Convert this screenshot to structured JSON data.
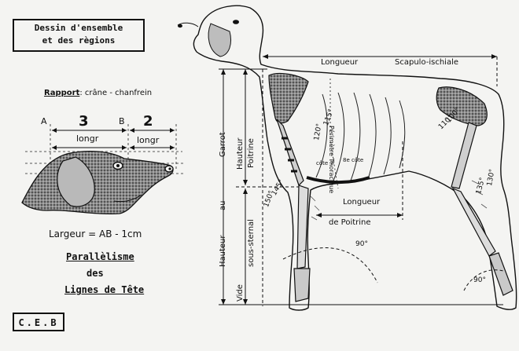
{
  "title_box": {
    "line1": "Dessin d'ensemble",
    "line2": "et des règions"
  },
  "head_diagram": {
    "rapport_label": "Rapport",
    "rapport_text": ": crâne - chanfrein",
    "point_a": "A",
    "point_b": "B",
    "ratio_skull": "3",
    "ratio_muzzle": "2",
    "long_skull": "longr",
    "long_muzzle": "longr",
    "largeur": "Largeur = AB - 1cm",
    "parallelisme_line1": "Parallèlisme",
    "parallelisme_line2": "des",
    "parallelisme_line3": "Lignes de Tête"
  },
  "body_diagram": {
    "longueur_scapulo": "Longueur",
    "scapulo_ischiale": "Scapulo-ischiale",
    "perimetre_thoracique": "Périmètre Thoracique",
    "hauteur_au_garrot_1": "Hauteur",
    "hauteur_au_garrot_2": "au",
    "hauteur_au_garrot_3": "Garrot",
    "hauteur_poitrine_1": "Hauteur",
    "hauteur_poitrine_2": "Poitrine",
    "vide_sous_sternal_1": "Vide",
    "vide_sous_sternal_2": "sous-sternal",
    "longueur_poitrine_1": "Longueur",
    "longueur_poitrine_2": "de Poitrine",
    "cote_7": "côte 7",
    "cote_8": "8e côte",
    "angle_115": "115°",
    "angle_120": "120°",
    "angle_145": "145°",
    "angle_150": "150°",
    "angle_100": "100°",
    "angle_110": "110°",
    "angle_135": "135°",
    "angle_130": "130°",
    "angle_90a": "90°",
    "angle_90b": "90°"
  },
  "footer": {
    "ceb": "C.E.B"
  }
}
